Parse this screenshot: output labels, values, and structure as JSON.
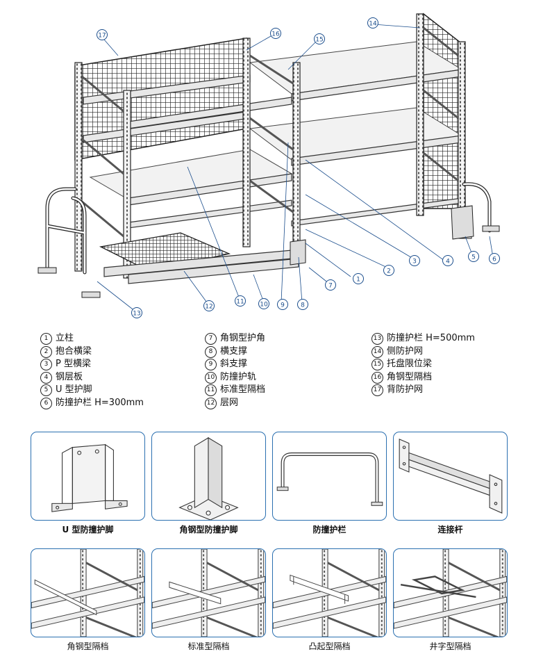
{
  "legend": [
    {
      "n": "1",
      "label": "立柱"
    },
    {
      "n": "2",
      "label": "抱合横梁"
    },
    {
      "n": "3",
      "label": "P 型横梁"
    },
    {
      "n": "4",
      "label": "钢层板"
    },
    {
      "n": "5",
      "label": "U 型护脚"
    },
    {
      "n": "6",
      "label": "防撞护栏 H=300mm"
    },
    {
      "n": "7",
      "label": "角钢型护角"
    },
    {
      "n": "8",
      "label": "横支撑"
    },
    {
      "n": "9",
      "label": "斜支撑"
    },
    {
      "n": "10",
      "label": "防撞护轨"
    },
    {
      "n": "11",
      "label": "标准型隔档"
    },
    {
      "n": "12",
      "label": "层网"
    },
    {
      "n": "13",
      "label": "防撞护栏 H=500mm"
    },
    {
      "n": "14",
      "label": "侧防护网"
    },
    {
      "n": "15",
      "label": "托盘限位梁"
    },
    {
      "n": "16",
      "label": "角钢型隔档"
    },
    {
      "n": "17",
      "label": "背防护网"
    }
  ],
  "cards": [
    {
      "label": "U 型防撞护脚",
      "bold": true
    },
    {
      "label": "角钢型防撞护脚",
      "bold": true
    },
    {
      "label": "防撞护栏",
      "bold": true
    },
    {
      "label": "连接杆",
      "bold": true
    },
    {
      "label": "角钢型隔档",
      "bold": false
    },
    {
      "label": "标准型隔档",
      "bold": false
    },
    {
      "label": "凸起型隔档",
      "bold": false
    },
    {
      "label": "井字型隔档",
      "bold": false
    }
  ],
  "callouts": [
    "1",
    "2",
    "3",
    "4",
    "5",
    "6",
    "7",
    "8",
    "9",
    "10",
    "11",
    "12",
    "13",
    "14",
    "15",
    "16",
    "17"
  ],
  "colors": {
    "callout": "#1a4d8c",
    "card_border": "#2a6fb0",
    "line": "#333333"
  }
}
